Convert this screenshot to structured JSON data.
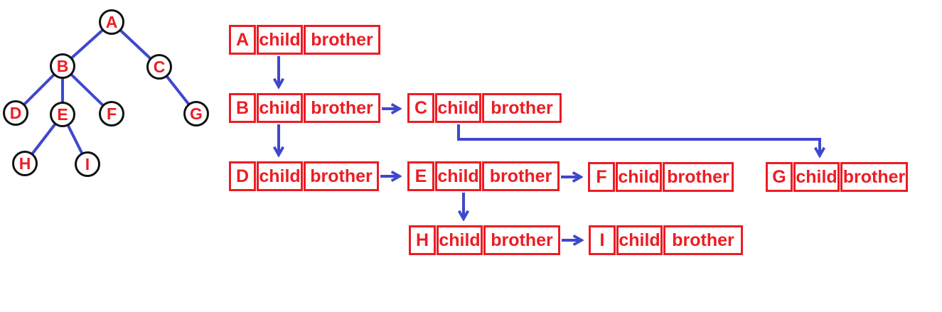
{
  "colors": {
    "red": "#ED1C24",
    "blue": "#3F48CC",
    "circle_outline": "#111111",
    "background": "#ffffff"
  },
  "tree": {
    "nodes": [
      "A",
      "B",
      "C",
      "D",
      "E",
      "F",
      "G",
      "H",
      "I"
    ],
    "edges": [
      [
        "A",
        "B"
      ],
      [
        "A",
        "C"
      ],
      [
        "B",
        "D"
      ],
      [
        "B",
        "E"
      ],
      [
        "B",
        "F"
      ],
      [
        "C",
        "G"
      ],
      [
        "E",
        "H"
      ],
      [
        "E",
        "I"
      ]
    ]
  },
  "list": {
    "nodes": [
      {
        "letter": "A",
        "child_label": "child",
        "brother_label": "brother"
      },
      {
        "letter": "B",
        "child_label": "child",
        "brother_label": "brother"
      },
      {
        "letter": "C",
        "child_label": "child",
        "brother_label": "brother"
      },
      {
        "letter": "D",
        "child_label": "child",
        "brother_label": "brother"
      },
      {
        "letter": "E",
        "child_label": "child",
        "brother_label": "brother"
      },
      {
        "letter": "F",
        "child_label": "child",
        "brother_label": "brother"
      },
      {
        "letter": "G",
        "child_label": "child",
        "brother_label": "brother"
      },
      {
        "letter": "H",
        "child_label": "child",
        "brother_label": "brother"
      },
      {
        "letter": "I",
        "child_label": "child",
        "brother_label": "brother"
      }
    ],
    "pointers": [
      {
        "from": "A.child",
        "to": "B"
      },
      {
        "from": "B.child",
        "to": "D"
      },
      {
        "from": "B.brother",
        "to": "C"
      },
      {
        "from": "C.child",
        "to": "G"
      },
      {
        "from": "D.brother",
        "to": "E"
      },
      {
        "from": "E.child",
        "to": "H"
      },
      {
        "from": "E.brother",
        "to": "F"
      },
      {
        "from": "H.brother",
        "to": "I"
      }
    ]
  }
}
